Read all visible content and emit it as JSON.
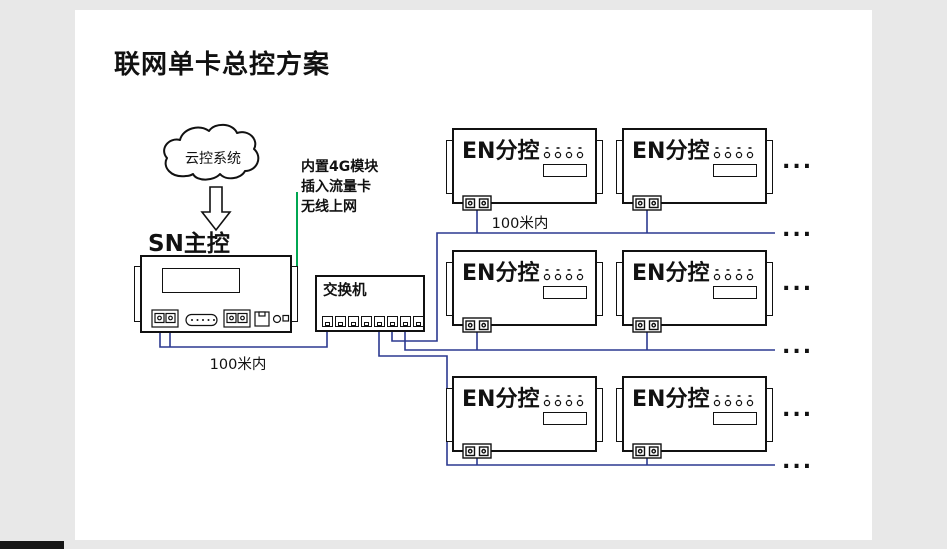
{
  "title": "联网单卡总控方案",
  "cloud": {
    "label": "云控系统"
  },
  "master": {
    "name": "SN主控",
    "distance": "100米内"
  },
  "annotation": {
    "line1": "内置4G模块",
    "line2": "插入流量卡",
    "line3": "无线上网"
  },
  "switch": {
    "label": "交换机"
  },
  "en": {
    "label": "EN分控"
  },
  "row1": {
    "distance": "100米内"
  },
  "ellipsis": "...",
  "colors": {
    "wire": "#2b3990",
    "green_wire": "#00a651",
    "background": "#e8e8e8",
    "canvas": "#ffffff",
    "border": "#111111"
  }
}
